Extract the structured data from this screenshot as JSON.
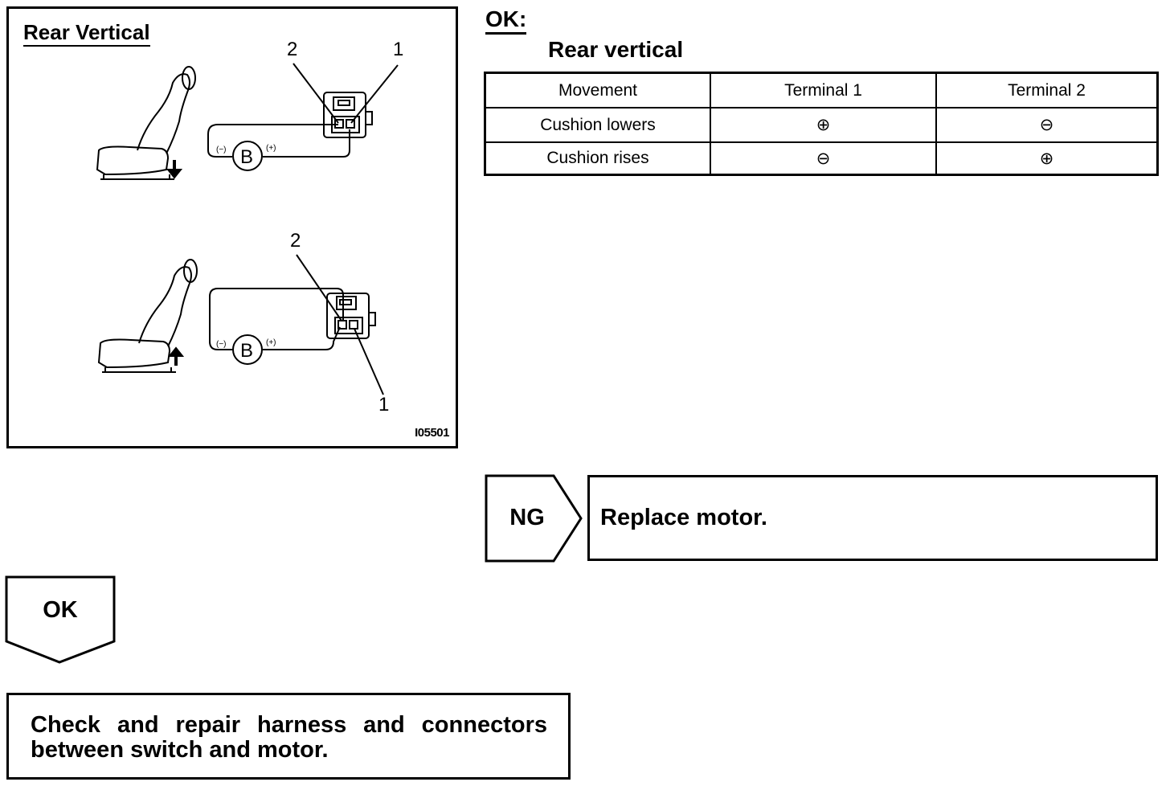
{
  "figure": {
    "title": "Rear Vertical",
    "code": "I05501",
    "diagrams": [
      {
        "name": "cushion-lowers",
        "terminal_left_label": "2",
        "terminal_right_label": "1",
        "battery_label": "B",
        "neg_label": "(−)",
        "pos_label": "(+)",
        "arrow": "down"
      },
      {
        "name": "cushion-rises",
        "terminal_left_label": "2",
        "terminal_right_label": "1",
        "battery_label": "B",
        "neg_label": "(−)",
        "pos_label": "(+)",
        "arrow": "up"
      }
    ]
  },
  "ok_heading": "OK:",
  "subtitle": "Rear vertical",
  "table": {
    "headers": [
      "Movement",
      "Terminal 1",
      "Terminal 2"
    ],
    "rows": [
      [
        "Cushion lowers",
        "⊕",
        "⊖"
      ],
      [
        "Cushion rises",
        "⊖",
        "⊕"
      ]
    ]
  },
  "ng": {
    "label": "NG",
    "action": "Replace motor."
  },
  "ok": {
    "label": "OK",
    "action": "Check and repair harness and connectors between switch and motor."
  }
}
